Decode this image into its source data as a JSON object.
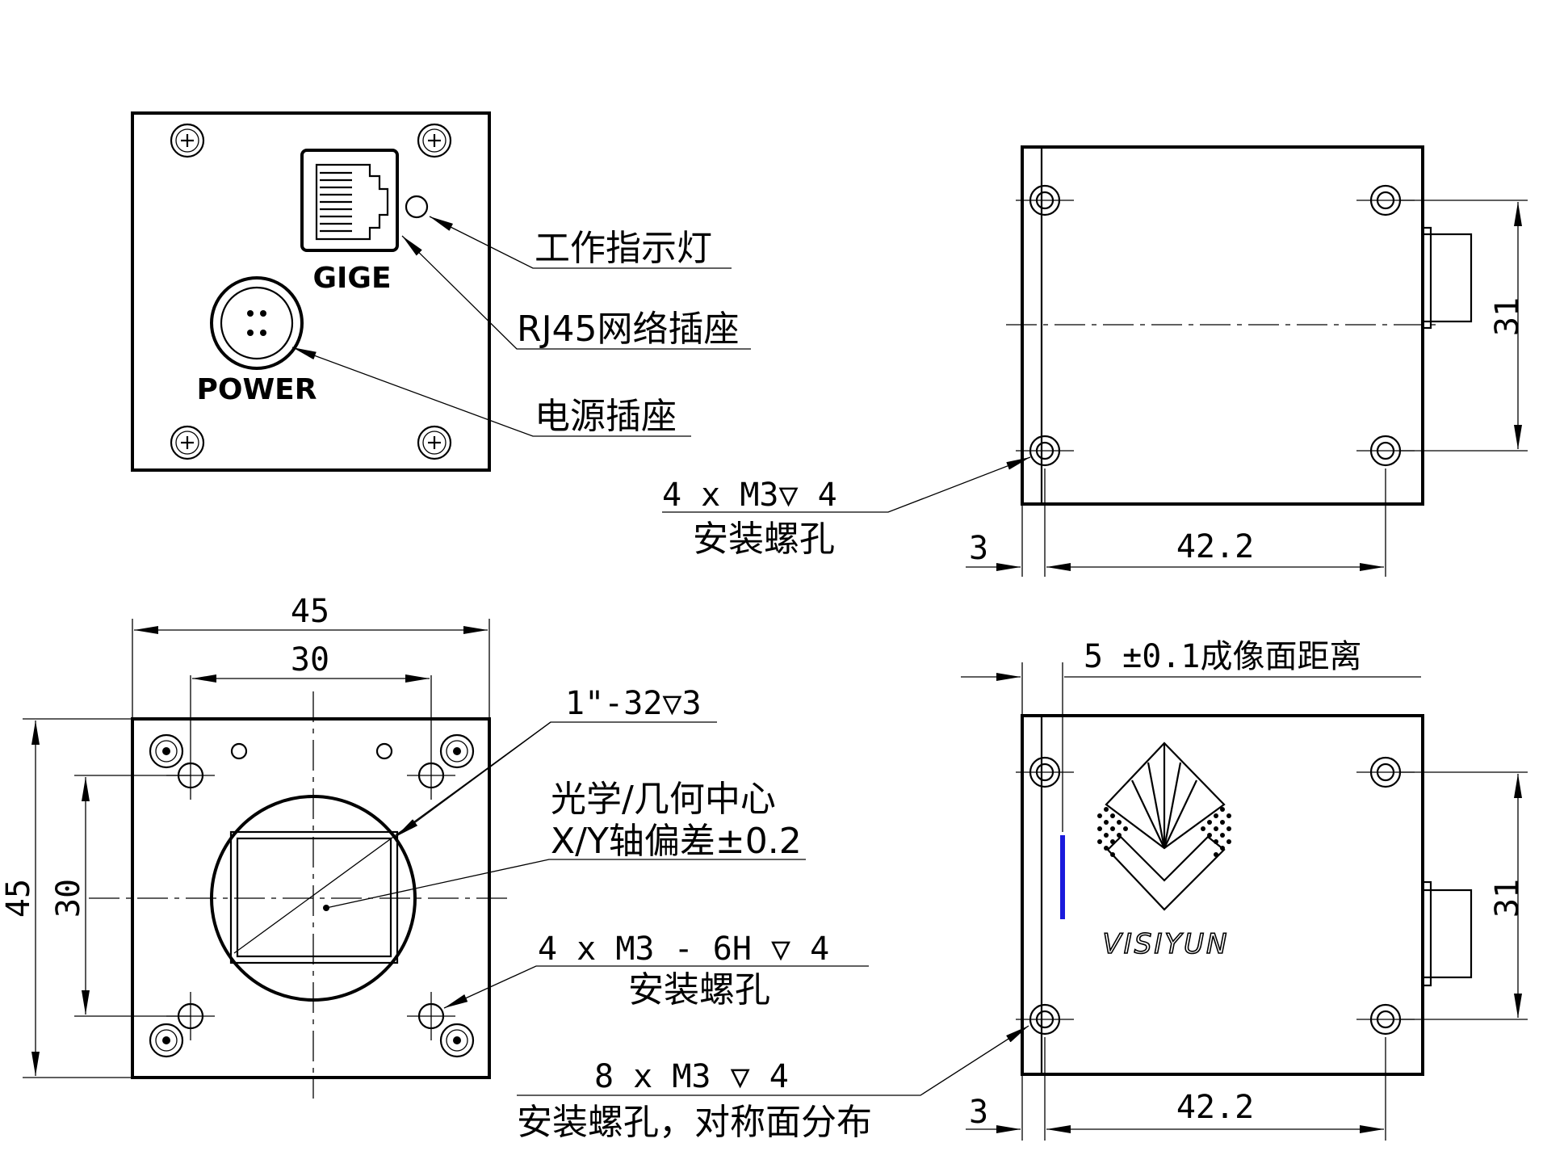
{
  "rear_panel": {
    "gige_label": "GIGE",
    "power_label": "POWER",
    "callouts": {
      "indicator_light": "工作指示灯",
      "rj45_socket": "RJ45网络插座",
      "power_socket": "电源插座"
    }
  },
  "side_view_top": {
    "hole_spec": "4 x  M3▽ 4",
    "hole_desc": "安装螺孔",
    "dim_height": "31",
    "dim_offset": "3",
    "dim_length": "42.2"
  },
  "front_view": {
    "dim_outer_width": "45",
    "dim_inner_width": "30",
    "dim_outer_height": "45",
    "dim_inner_height": "30",
    "thread_spec": "1\"-32▽3",
    "center_line1": "光学/几何中心",
    "center_line2": "X/Y轴偏差±0.2",
    "hole_spec": "4 x  M3 - 6H ▽ 4",
    "hole_desc": "安装螺孔"
  },
  "side_view_bottom": {
    "flange_dist": "5 ±0.1成像面距离",
    "brand": "VISIYUN",
    "dim_height": "31",
    "dim_offset": "3",
    "dim_length": "42.2",
    "hole_spec": "8 x  M3 ▽ 4",
    "hole_desc": "安装螺孔，对称面分布"
  },
  "colors": {
    "line": "#000000",
    "accent_blue": "#1a1adc"
  }
}
